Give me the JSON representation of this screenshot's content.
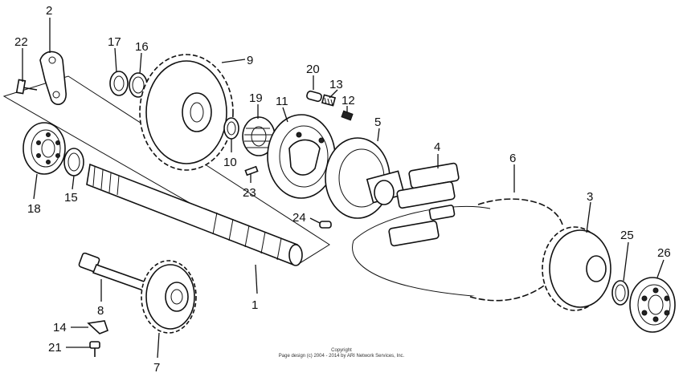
{
  "callouts": [
    {
      "id": "1",
      "label": "1"
    },
    {
      "id": "2",
      "label": "2"
    },
    {
      "id": "3",
      "label": "3"
    },
    {
      "id": "4",
      "label": "4"
    },
    {
      "id": "5",
      "label": "5"
    },
    {
      "id": "6",
      "label": "6"
    },
    {
      "id": "7",
      "label": "7"
    },
    {
      "id": "8",
      "label": "8"
    },
    {
      "id": "9",
      "label": "9"
    },
    {
      "id": "10",
      "label": "10"
    },
    {
      "id": "11",
      "label": "11"
    },
    {
      "id": "12",
      "label": "12"
    },
    {
      "id": "13",
      "label": "13"
    },
    {
      "id": "14",
      "label": "14"
    },
    {
      "id": "15",
      "label": "15"
    },
    {
      "id": "16",
      "label": "16"
    },
    {
      "id": "17",
      "label": "17"
    },
    {
      "id": "18",
      "label": "18"
    },
    {
      "id": "19",
      "label": "19"
    },
    {
      "id": "20",
      "label": "20"
    },
    {
      "id": "21",
      "label": "21"
    },
    {
      "id": "22",
      "label": "22"
    },
    {
      "id": "23",
      "label": "23"
    },
    {
      "id": "24",
      "label": "24"
    },
    {
      "id": "25",
      "label": "25"
    },
    {
      "id": "26",
      "label": "26"
    }
  ],
  "footer": {
    "line1": "Copyright",
    "line2": "Page design (c) 2004 - 2014 by ARI Network Services, Inc."
  }
}
